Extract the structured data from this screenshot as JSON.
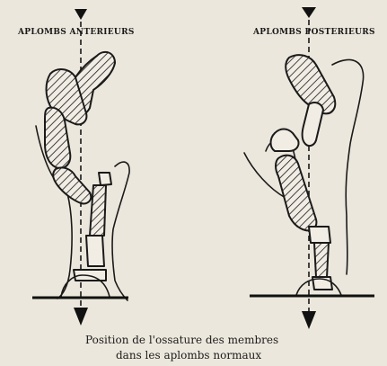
{
  "labels": {
    "front": "APLOMBS ANTERIEURS",
    "hind": "APLOMBS POSTERIEURS"
  },
  "caption": {
    "line1": "Position de l'ossature des membres",
    "line2": "dans les aplombs normaux"
  },
  "colors": {
    "paper": "#ece7dc",
    "ink": "#1a1a1a"
  }
}
